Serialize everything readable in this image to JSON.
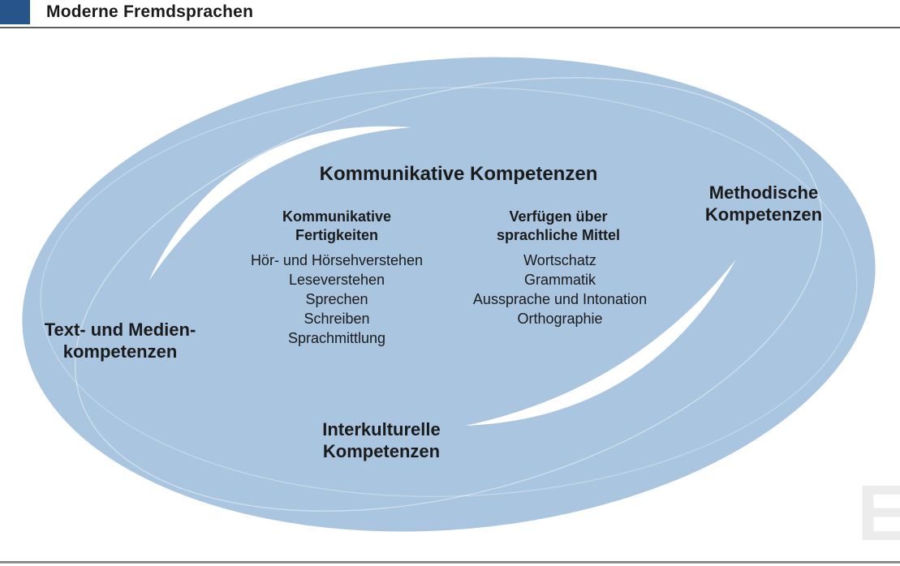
{
  "header": {
    "title": "Moderne Fremdsprachen"
  },
  "diagram": {
    "title": "Kommunikative Kompetenzen",
    "columns": [
      {
        "heading": [
          "Kommunikative",
          "Fertigkeiten"
        ],
        "items": [
          "Hör- und Hörsehverstehen",
          "Leseverstehen",
          "Sprechen",
          "Schreiben",
          "Sprachmittlung"
        ]
      },
      {
        "heading": [
          "Verfügen über",
          "sprachliche Mittel"
        ],
        "items": [
          "Wortschatz",
          "Grammatik",
          "Aussprache und Intonation",
          "Orthographie"
        ]
      }
    ],
    "labels": {
      "methodische": [
        "Methodische",
        "Kompetenzen"
      ],
      "text_medien": [
        "Text- und Medien-",
        "kompetenzen"
      ],
      "interkulturell": [
        "Interkulturelle",
        "Kompetenzen"
      ]
    },
    "colors": {
      "ellipse_blue": "#A9C5DF",
      "header_square_blue": "#27548A",
      "watermark_gray": "#ECECEC",
      "text_black": "#1b1b1b"
    }
  },
  "watermark": {
    "letter": "E"
  }
}
